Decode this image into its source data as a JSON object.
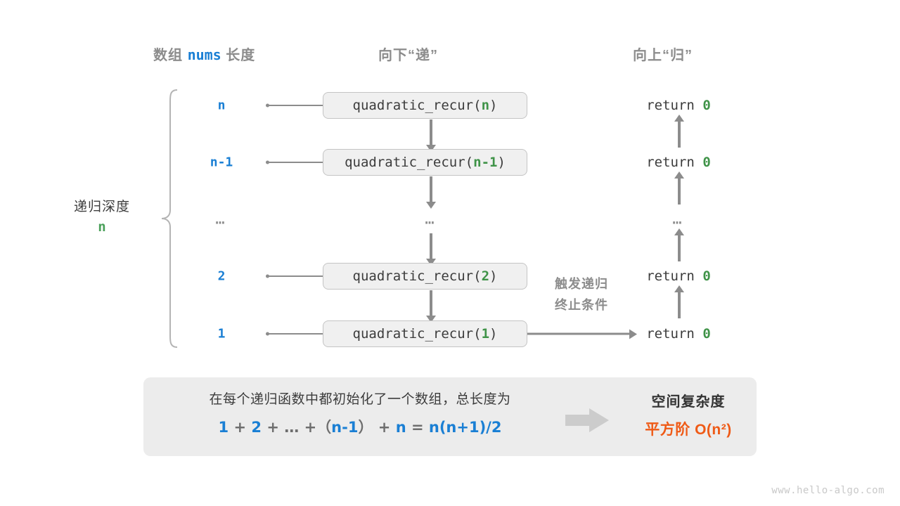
{
  "headers": {
    "left_prefix": "数组",
    "left_mono": "nums",
    "left_suffix": "长度",
    "middle": "向下“递”",
    "right": "向上“归”"
  },
  "depth": {
    "label": "递归深度",
    "value": "n"
  },
  "rows": [
    {
      "length": "n",
      "call_prefix": "quadratic_recur(",
      "call_arg": "n",
      "call_suffix": ")",
      "return_text": "return",
      "return_value": "0"
    },
    {
      "length": "n-1",
      "call_prefix": "quadratic_recur(",
      "call_arg": "n-1",
      "call_suffix": ")",
      "return_text": "return",
      "return_value": "0"
    },
    {
      "length": "…",
      "call_prefix": "…",
      "call_arg": "",
      "call_suffix": "",
      "return_text": "…",
      "return_value": ""
    },
    {
      "length": "2",
      "call_prefix": "quadratic_recur(",
      "call_arg": "2",
      "call_suffix": ")",
      "return_text": "return",
      "return_value": "0"
    },
    {
      "length": "1",
      "call_prefix": "quadratic_recur(",
      "call_arg": "1",
      "call_suffix": ")",
      "return_text": "return",
      "return_value": "0"
    }
  ],
  "trigger_note": {
    "line1": "触发递归",
    "line2": "终止条件"
  },
  "summary": {
    "description": "在每个递归函数中都初始化了一个数组，总长度为",
    "formula": {
      "t1": "1",
      "o1": "+",
      "t2": "2",
      "o2": "+",
      "t3": "…",
      "o3": "+",
      "p1": "（",
      "t4": "n-1",
      "p2": "）",
      "o4": "+",
      "t5": "n",
      "eq": "=",
      "t6": "n(n+1)/2"
    },
    "arrow_icon": "right-block-arrow",
    "complexity_title": "空间复杂度",
    "complexity_value": "平方阶  O(n²)"
  },
  "watermark": "www.hello-algo.com",
  "colors": {
    "blue": "#1a7fd4",
    "green": "#3f9348",
    "gray": "#8c8c8c",
    "orange": "#ef5a16",
    "box_fill": "#f0f0f0",
    "panel_fill": "#ececec"
  }
}
